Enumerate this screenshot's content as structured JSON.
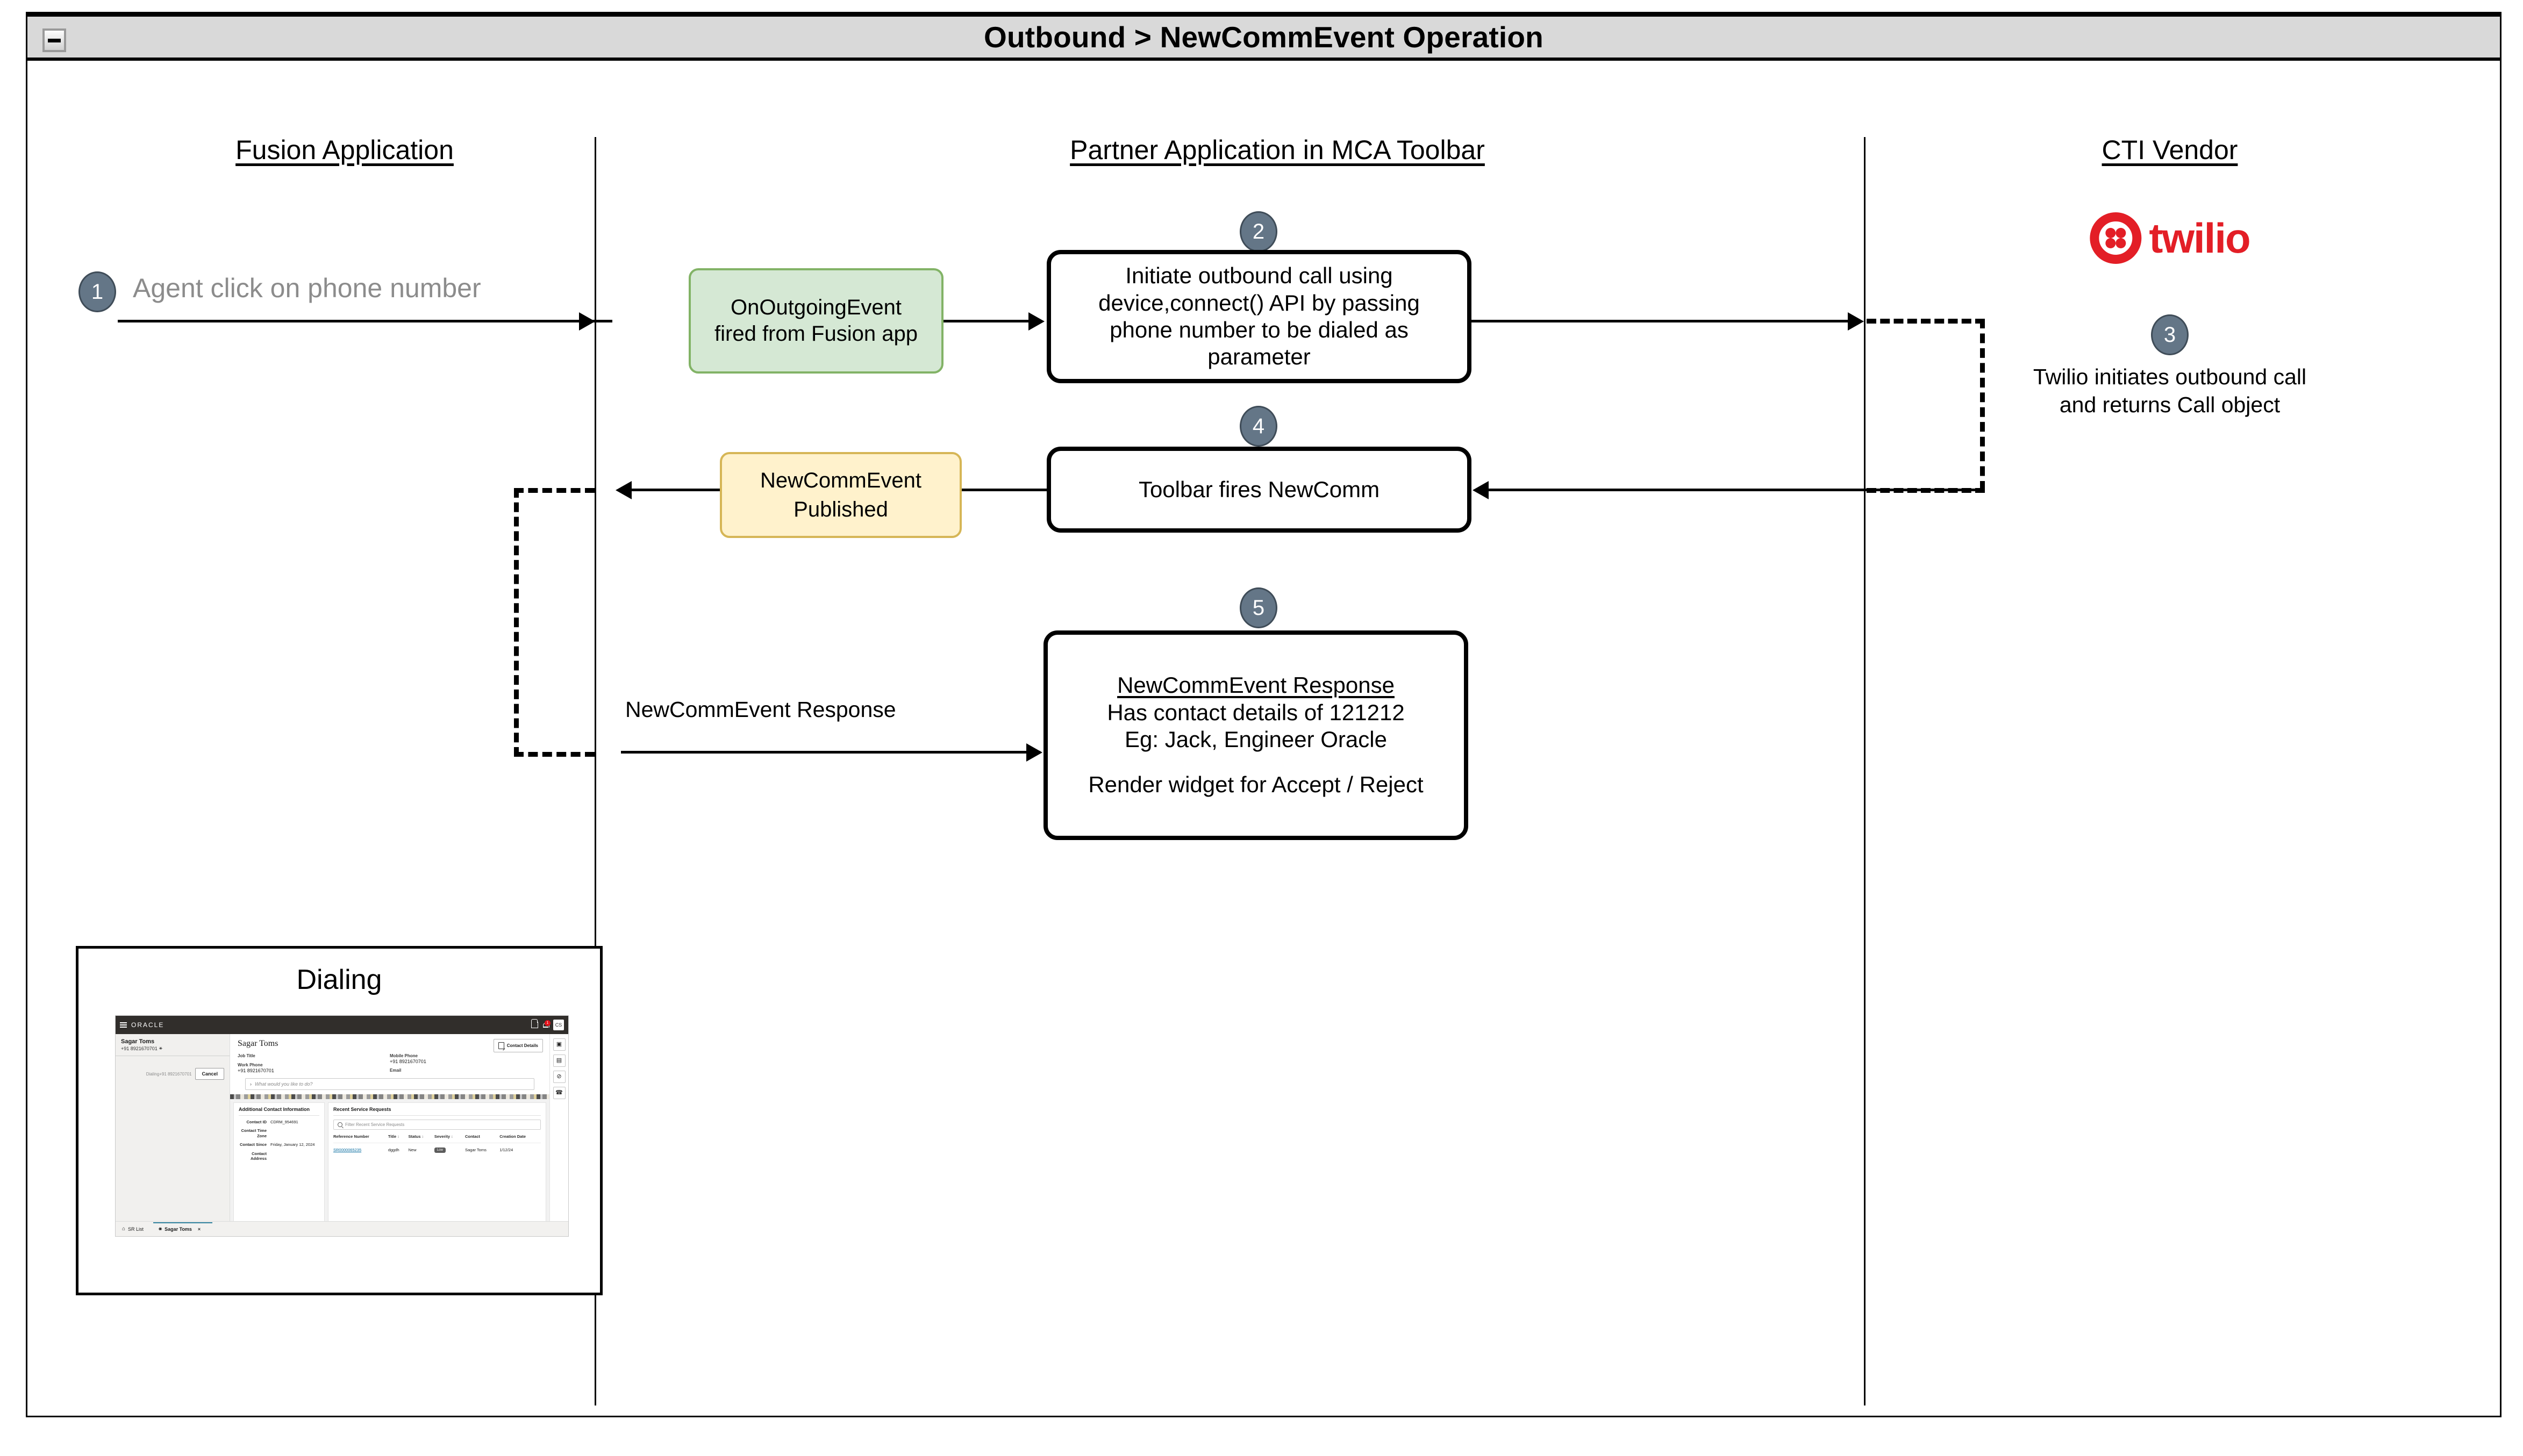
{
  "frame": {
    "title": "Outbound > NewCommEvent Operation",
    "collapse_icon": "collapse-minus-icon"
  },
  "lanes": [
    {
      "title": "Fusion Application"
    },
    {
      "title": "Partner Application in MCA Toolbar"
    },
    {
      "title": "CTI Vendor"
    }
  ],
  "vendor": {
    "logo_name": "twilio-logo",
    "wordmark": "twilio",
    "brand_color": "#e31e26"
  },
  "steps": [
    {
      "number": "1",
      "label": "Agent click on phone number"
    },
    {
      "number": "2",
      "label": "Initiate outbound call using device,connect() API by passing phone number to be dialed as parameter"
    },
    {
      "number": "3",
      "label": "Twilio initiates outbound call and returns Call object"
    },
    {
      "number": "4",
      "label": "Toolbar fires NewComm"
    },
    {
      "number": "5",
      "label": "NewCommEvent Response"
    }
  ],
  "step1": {
    "badge": "1",
    "text": "Agent click on phone number"
  },
  "step2": {
    "badge": "2",
    "lines": [
      "Initiate outbound call using",
      "device,connect() API by passing",
      "phone number to be dialed as",
      "parameter"
    ]
  },
  "step3": {
    "badge": "3",
    "lines": [
      "Twilio initiates outbound call",
      "and returns Call object"
    ]
  },
  "step4": {
    "badge": "4",
    "text": "Toolbar fires NewComm"
  },
  "step5": {
    "badge": "5",
    "heading": "NewCommEvent Response",
    "lines": [
      "Has contact details of 121212",
      "Eg: Jack, Engineer Oracle"
    ],
    "footer": "Render widget for Accept / Reject"
  },
  "green_box": {
    "line1": "OnOutgoingEvent",
    "line2": "fired from Fusion app",
    "fill": "#d5e8d4",
    "stroke": "#82b366"
  },
  "yellow_box": {
    "line1": "NewCommEvent",
    "line2": "Published",
    "fill": "#fff2cc",
    "stroke": "#d6b656"
  },
  "edge_labels": {
    "newcommevent_response": "NewCommEvent Response"
  },
  "screenshot": {
    "caption": "Dialing",
    "topbar": {
      "menu_icon": "hamburger-icon",
      "brand": "ORACLE",
      "home_icon": "home-icon",
      "bell_icon": "bell-icon",
      "notification_count": "1",
      "avatar": "CS"
    },
    "left_panel": {
      "contact_name": "Sagar Toms",
      "contact_phone": "+91 8921670701",
      "dialing_text": "Dialing+91 8921670701",
      "cancel_label": "Cancel"
    },
    "main": {
      "title": "Sagar Toms",
      "contact_details_label": "Contact Details",
      "fields": [
        {
          "label": "Job Title",
          "value": ""
        },
        {
          "label": "Mobile Phone",
          "value": "+91 8921670701"
        },
        {
          "label": "Work Phone",
          "value": "+91 8921670701"
        },
        {
          "label": "Email",
          "value": ""
        }
      ],
      "ask_placeholder": "What would you like to do?"
    },
    "additional_contact": {
      "title": "Additional Contact Information",
      "rows": [
        {
          "label": "Contact ID",
          "value": "CDRM_954691"
        },
        {
          "label": "Contact Time Zone",
          "value": ""
        },
        {
          "label": "Contact Since",
          "value": "Friday, January 12, 2024"
        },
        {
          "label": "Contact Address",
          "value": ""
        }
      ]
    },
    "service_requests": {
      "title": "Recent Service Requests",
      "filter_placeholder": "Filter Recent Service Requests",
      "columns": [
        "Reference Number",
        "Title",
        "Status",
        "Severity",
        "Contact",
        "Creation Date"
      ],
      "rows": [
        {
          "reference_number": "SR0000065235",
          "title": "dggdh",
          "status": "New",
          "severity": "Low",
          "contact": "Sagar Toms",
          "creation_date": "1/12/24"
        }
      ]
    },
    "rail": [
      {
        "icon": "calendar-icon",
        "glyph": "Ὄ5"
      },
      {
        "icon": "list-icon",
        "glyph": "▤"
      },
      {
        "icon": "do-not-disturb-icon",
        "glyph": "⊘"
      },
      {
        "icon": "phone-icon",
        "glyph": "☎"
      }
    ],
    "tabs": [
      {
        "label": "SR List",
        "icon": "home-icon",
        "active": false
      },
      {
        "label": "Sagar Toms",
        "icon": "person-icon",
        "active": true,
        "close": "×"
      }
    ]
  }
}
